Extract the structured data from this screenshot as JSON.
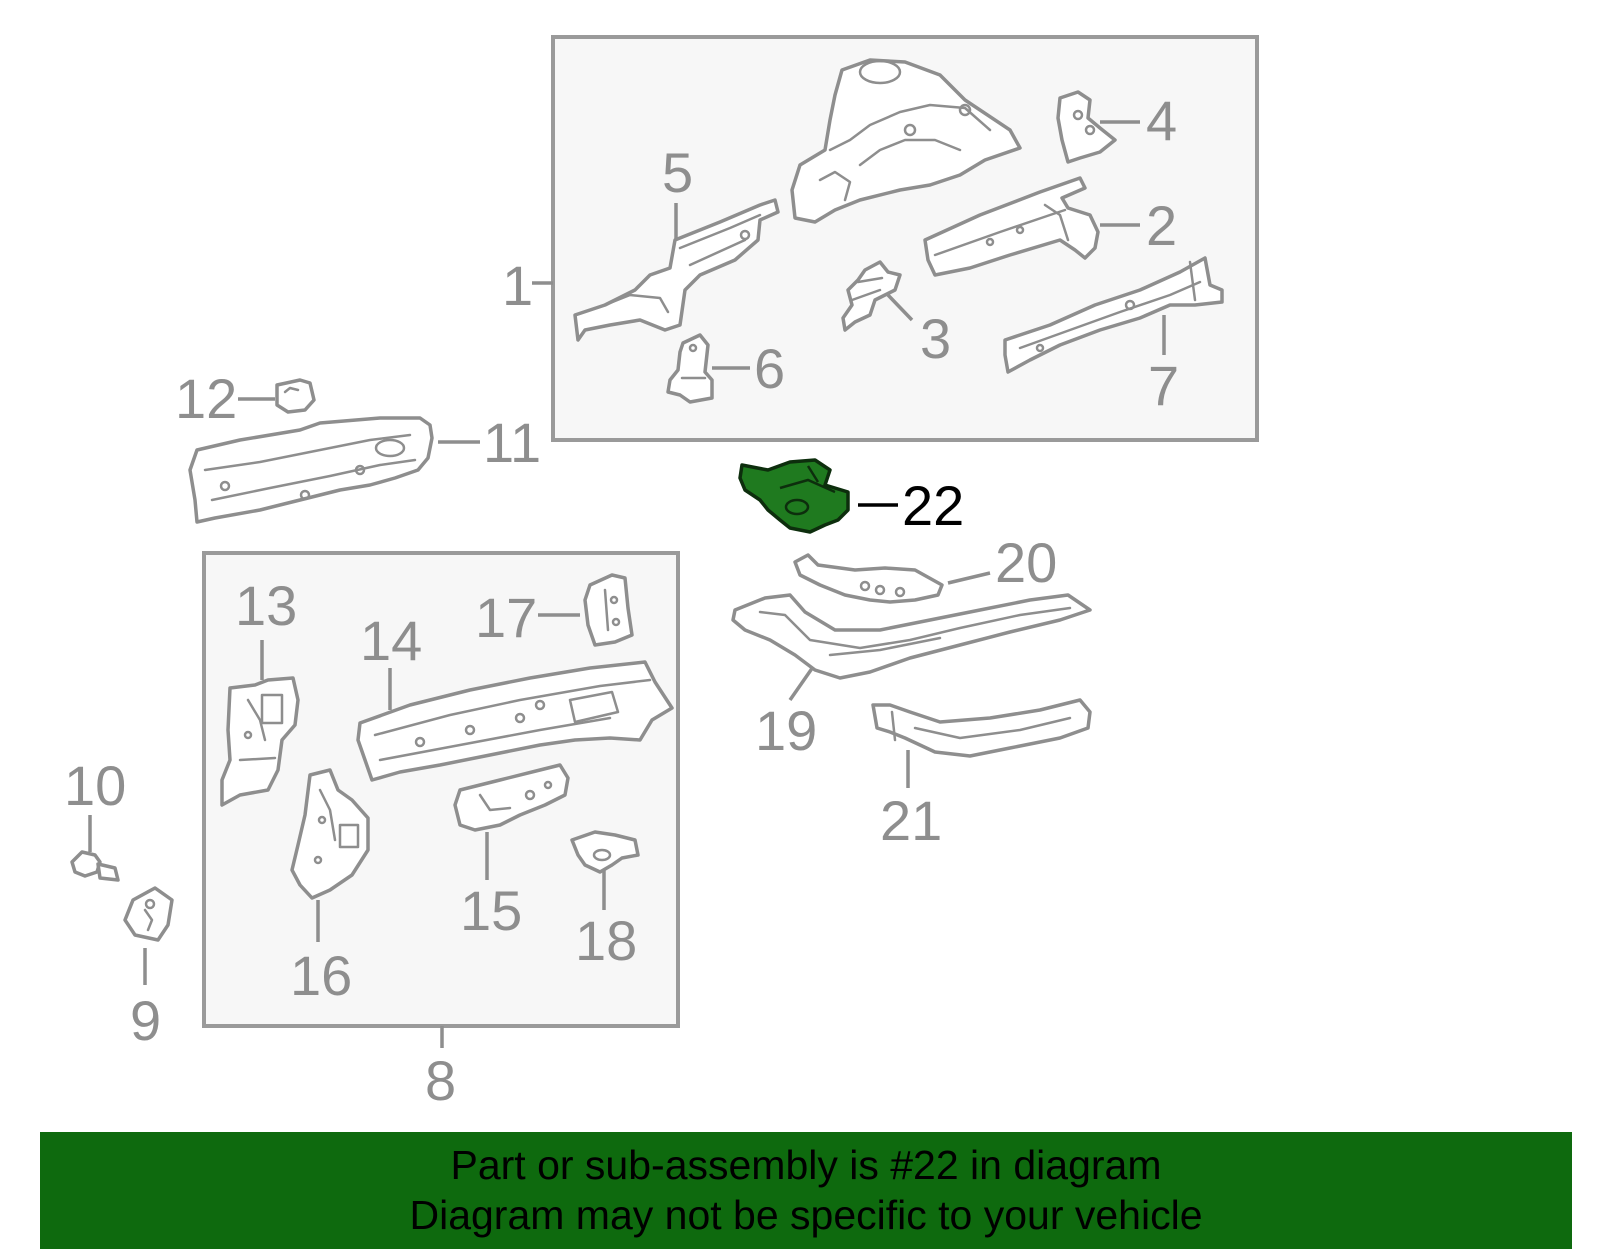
{
  "highlight_color": "#1f7a1f",
  "banner_color": "#0e6a0e",
  "callouts": {
    "c1": "1",
    "c2": "2",
    "c3": "3",
    "c4": "4",
    "c5": "5",
    "c6": "6",
    "c7": "7",
    "c8": "8",
    "c9": "9",
    "c10": "10",
    "c11": "11",
    "c12": "12",
    "c13": "13",
    "c14": "14",
    "c15": "15",
    "c16": "16",
    "c17": "17",
    "c18": "18",
    "c19": "19",
    "c20": "20",
    "c21": "21",
    "c22": "22"
  },
  "banner": {
    "line1": "Part or sub-assembly is #22 in diagram",
    "line2": "Diagram may not be specific to your vehicle"
  }
}
